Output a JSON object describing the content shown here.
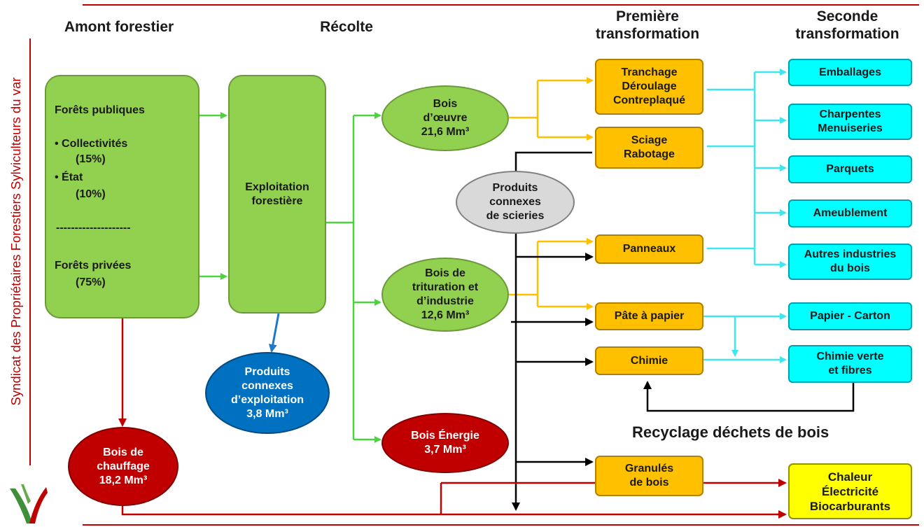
{
  "side_title": "Syndicat des Propriétaires Forestiers Sylviculteurs du var",
  "headers": {
    "amont": "Amont forestier",
    "recolte": "Récolte",
    "premiere": "Première\ntransformation",
    "seconde": "Seconde\ntransformation"
  },
  "forests": {
    "publiques": "Forêts publiques",
    "collectivites": "• Collectivités",
    "collectivites_pct": "(15%)",
    "etat": "• État",
    "etat_pct": "(10%)",
    "separator": "--------------------",
    "privees": "Forêts privées",
    "privees_pct": "(75%)"
  },
  "exploitation": "Exploitation\nforestière",
  "harvest": {
    "bois_oeuvre": "Bois\nd’œuvre\n21,6 Mm³",
    "bois_trituration": "Bois de\ntrituration et\nd’industrie\n12,6 Mm³",
    "bois_energie": "Bois Énergie\n3,7 Mm³",
    "produits_connexes_exploitation": "Produits\nconnexes\nd’exploitation\n3,8 Mm³",
    "bois_chauffage": "Bois de\nchauffage\n18,2 Mm³",
    "produits_connexes_scieries": "Produits\nconnexes\nde scieries"
  },
  "first_transformation": {
    "tranchage": "Tranchage\nDéroulage\nContreplaqué",
    "sciage": "Sciage\nRabotage",
    "panneaux": "Panneaux",
    "pate": "Pâte à papier",
    "chimie": "Chimie",
    "granules": "Granulés\nde bois"
  },
  "second_transformation": {
    "emballages": "Emballages",
    "charpentes": "Charpentes\nMenuiseries",
    "parquets": "Parquets",
    "ameublement": "Ameublement",
    "autres": "Autres industries\ndu bois",
    "papier": "Papier - Carton",
    "chimie_verte": "Chimie verte\net fibres",
    "chaleur": "Chaleur\nÉlectricité\nBiocarburants"
  },
  "recycling_label": "Recyclage déchets de bois",
  "colors": {
    "green_fill": "#92d050",
    "green_arrow": "#4cd43c",
    "orange_fill": "#ffc000",
    "cyan_fill": "#00ffff",
    "red_fill": "#c00000",
    "blue_fill": "#0070c0",
    "black_arrow": "#000000",
    "rule": "#c00000"
  }
}
